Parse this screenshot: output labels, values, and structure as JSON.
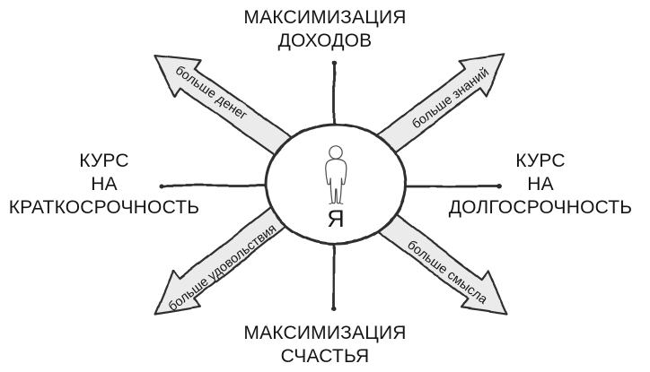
{
  "colors": {
    "background": "#ffffff",
    "ink": "#2d2d2d",
    "arrow_fill": "#ebebeb",
    "text": "#151515"
  },
  "center": {
    "label": "Я",
    "icon": "person-icon"
  },
  "axis_labels": {
    "top": {
      "lines": [
        "МАКСИМИЗАЦИЯ",
        "ДОХОДОВ"
      ]
    },
    "bottom": {
      "lines": [
        "МАКСИМИЗАЦИЯ",
        "СЧАСТЬЯ"
      ]
    },
    "left": {
      "lines": [
        "КУРС",
        "НА",
        "КРАТКОСРОЧНОСТЬ"
      ]
    },
    "right": {
      "lines": [
        "КУРС",
        "НА",
        "ДОЛГОСРОЧНОСТЬ"
      ]
    }
  },
  "arrows": {
    "top_left": {
      "label": "больше денег",
      "direction": "up-left"
    },
    "top_right": {
      "label": "больше знаний",
      "direction": "up-right"
    },
    "bottom_left": {
      "label": "больше удовольствия",
      "direction": "down-left"
    },
    "bottom_right": {
      "label": "больше смысла",
      "direction": "down-right"
    }
  }
}
